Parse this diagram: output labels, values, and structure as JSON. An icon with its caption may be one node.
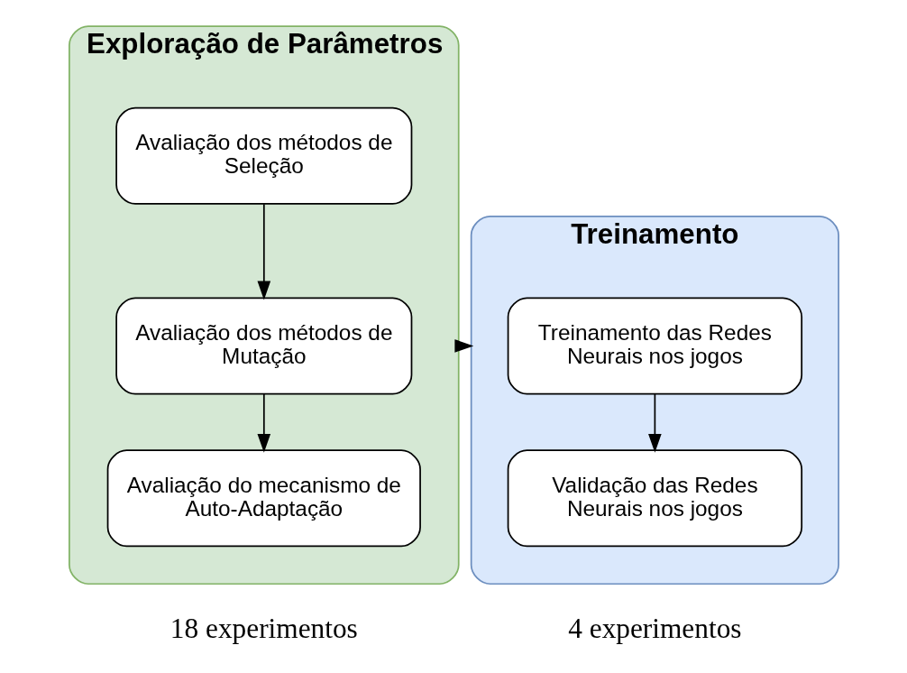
{
  "diagram": {
    "nodes": [
      {
        "text": [
          "Exploração de Parâmetros"
        ],
        "beside": [
          "18 experimentos"
        ]
      },
      {
        "text": [
          "Avaliação dos métodos de Seleção"
        ],
        "in": 0
      },
      {
        "text": [
          "Avaliação dos métodos de Mutação"
        ],
        "in": 0
      },
      {
        "text": [
          "Avaliação do mecanismo de Auto-Adaptação"
        ],
        "in": 0
      },
      {
        "text": [
          "Treinamento"
        ],
        "beside": [
          "4 experimentos"
        ]
      },
      {
        "text": [
          "Treinamento das Redes Neurais nos jogos"
        ],
        "in": 4
      },
      {
        "text": [
          "Validação das Redes Neurais nos jogos"
        ],
        "in": 4
      }
    ],
    "edges": [
      {
        "from": 1,
        "to": 2,
        "arrow": "to"
      },
      {
        "from": 2,
        "to": 3,
        "arrow": "to"
      },
      {
        "from": 0,
        "to": 4,
        "arrow": "to"
      },
      {
        "from": 5,
        "to": 6,
        "arrow": "to"
      }
    ]
  }
}
